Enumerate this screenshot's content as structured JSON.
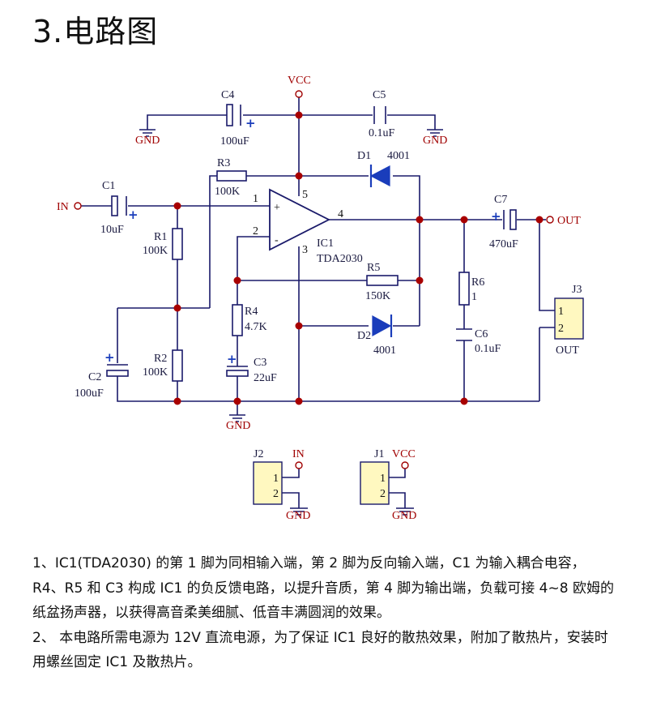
{
  "heading": {
    "number": "3.",
    "title": "电路图"
  },
  "schematic": {
    "power": {
      "vcc": "VCC",
      "gnd": "GND",
      "in": "IN",
      "out": "OUT"
    },
    "ic": {
      "ref": "IC1",
      "part": "TDA2030",
      "pins": [
        "1",
        "2",
        "3",
        "4",
        "5"
      ]
    },
    "capacitors": [
      {
        "ref": "C1",
        "value": "10uF"
      },
      {
        "ref": "C2",
        "value": "100uF"
      },
      {
        "ref": "C3",
        "value": "22uF"
      },
      {
        "ref": "C4",
        "value": "100uF"
      },
      {
        "ref": "C5",
        "value": "0.1uF"
      },
      {
        "ref": "C6",
        "value": "0.1uF"
      },
      {
        "ref": "C7",
        "value": "470uF"
      }
    ],
    "resistors": [
      {
        "ref": "R1",
        "value": "100K"
      },
      {
        "ref": "R2",
        "value": "100K"
      },
      {
        "ref": "R3",
        "value": "100K"
      },
      {
        "ref": "R4",
        "value": "4.7K"
      },
      {
        "ref": "R5",
        "value": "150K"
      },
      {
        "ref": "R6",
        "value": "1"
      }
    ],
    "diodes": [
      {
        "ref": "D1",
        "value": "4001"
      },
      {
        "ref": "D2",
        "value": "4001"
      }
    ],
    "connectors": [
      {
        "ref": "J1",
        "pins": [
          "1",
          "2"
        ]
      },
      {
        "ref": "J2",
        "pins": [
          "1",
          "2"
        ]
      },
      {
        "ref": "J3",
        "pins": [
          "1",
          "2"
        ]
      }
    ]
  },
  "description": [
    "1、IC1(TDA2030) 的第 1 脚为同相输入端，第 2 脚为反向输入端，C1 为输入耦合电容，R4、R5 和 C3 构成 IC1 的负反馈电路，以提升音质，第 4 脚为输出端，负载可接 4~8 欧姆的纸盆扬声器，以获得高音柔美细腻、低音丰满圆润的效果。",
    "2、 本电路所需电源为 12V 直流电源，为了保证 IC1 良好的散热效果，附加了散热片，安装时用螺丝固定 IC1 及散热片。"
  ],
  "colors": {
    "wire": "#1a1a6a",
    "junction": "#a80000",
    "label": "#1a1a40",
    "power_label": "#a00000",
    "polarity": "#1a3dbb",
    "connector": "#fff8c0"
  }
}
